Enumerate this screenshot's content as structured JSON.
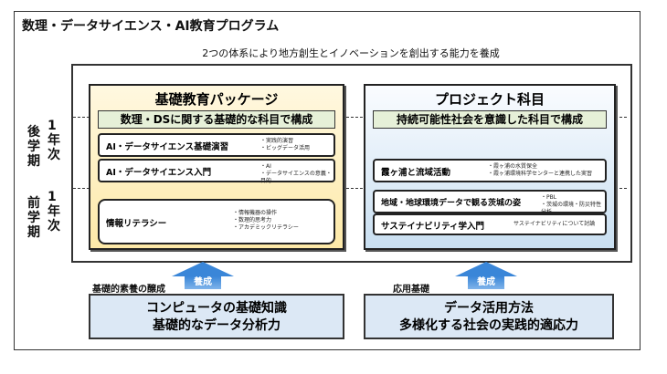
{
  "title": "数理・データサイエンス・AI教育プログラム",
  "subtitle": "2つの体系により地方創生とイノベーションを創出する能力を養成",
  "terms": {
    "later": {
      "a": "後",
      "b": "学",
      "c": "期",
      "year": "1",
      "ji": "年",
      "kan": "次"
    },
    "earlier": {
      "a": "前",
      "b": "学",
      "c": "期",
      "year": "1",
      "ji": "年",
      "kan": "次"
    }
  },
  "left": {
    "title": "基礎教育パッケージ",
    "band": "数理・DSに関する基礎的な科目で構成",
    "courses": [
      {
        "name": "AI・データサイエンス基礎演習",
        "notes": [
          "・実践的演習",
          "・ビッグデータ活用"
        ]
      },
      {
        "name": "AI・データサイエンス入門",
        "notes": [
          "・AI",
          "・データサイエンスの意義・目的"
        ]
      },
      {
        "name": "情報リテラシー",
        "notes": [
          "・情報機器の操作",
          "・数理的思考力",
          "・アカデミックリテラシー"
        ]
      }
    ]
  },
  "right": {
    "title": "プロジェクト科目",
    "band": "持続可能性社会を意識した科目で構成",
    "courses": [
      {
        "name": "霞ヶ浦と流域活動",
        "notes": [
          "・霞ヶ浦の水質保全",
          "・霞ヶ浦環境科学センターと連携した実習"
        ]
      },
      {
        "name": "地域・地球環境データで観る茨城の姿",
        "notes": [
          "・PBL",
          "・茨城の環境・防災特性分析"
        ]
      },
      {
        "name": "サステイナビリティ学入門",
        "notes": [
          "サステイナビリティについて討論"
        ]
      }
    ]
  },
  "arrows": {
    "label": "養成"
  },
  "basis": {
    "left": "基礎的素養の醸成",
    "right": "応用基礎"
  },
  "bottom": {
    "left": [
      "コンピュータの基礎知識",
      "基礎的なデータ分析力"
    ],
    "right": [
      "データ活用方法",
      "多様化する社会の実践的適応力"
    ]
  }
}
